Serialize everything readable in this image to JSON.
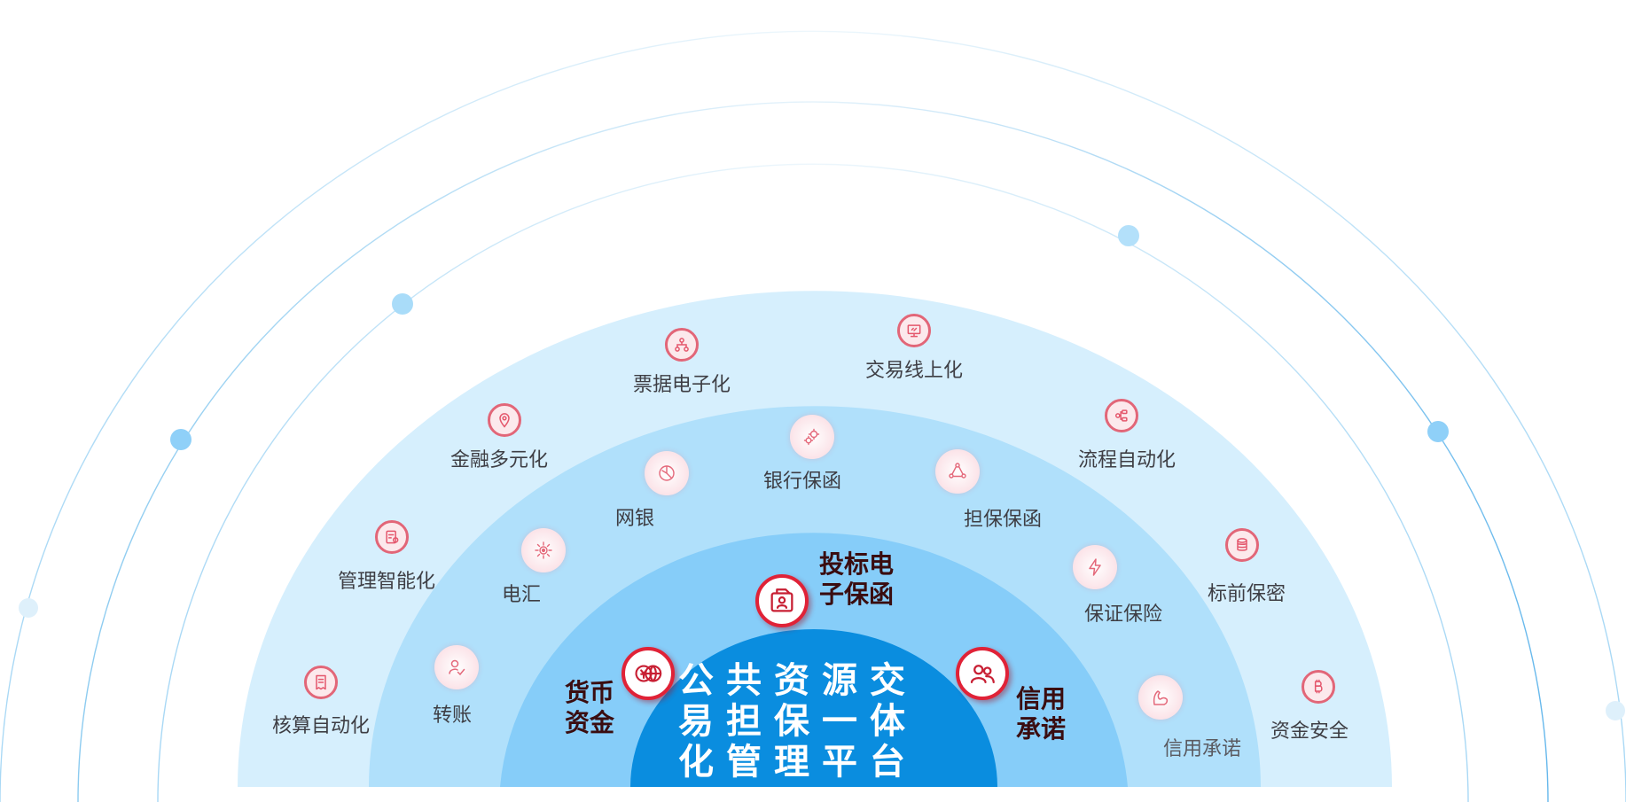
{
  "center": {
    "lines": [
      "公共资源交",
      "易担保一体",
      "化管理平台"
    ]
  },
  "main_items": [
    {
      "label": "投标电\n子保函",
      "icon": "document-person-icon"
    },
    {
      "label": "货币\n资金",
      "icon": "coins-globe-icon"
    },
    {
      "label": "信用\n承诺",
      "icon": "users-icon"
    }
  ],
  "middle_items": [
    {
      "label": "电汇",
      "icon": "wire-transfer-icon"
    },
    {
      "label": "网银",
      "icon": "pie-chart-icon"
    },
    {
      "label": "银行保函",
      "icon": "gears-icon"
    },
    {
      "label": "担保保函",
      "icon": "network-icon"
    },
    {
      "label": "保证保险",
      "icon": "lightning-icon"
    },
    {
      "label": "转账",
      "icon": "check-person-icon"
    },
    {
      "label": "信用承诺",
      "icon": "arm-icon"
    }
  ],
  "outer_items": [
    {
      "label": "核算自动化",
      "icon": "receipt-icon"
    },
    {
      "label": "管理智能化",
      "icon": "clipboard-gear-icon"
    },
    {
      "label": "金融多元化",
      "icon": "location-icon"
    },
    {
      "label": "票据电子化",
      "icon": "hierarchy-icon"
    },
    {
      "label": "交易线上化",
      "icon": "monitor-icon"
    },
    {
      "label": "流程自动化",
      "icon": "flow-icon"
    },
    {
      "label": "标前保密",
      "icon": "database-icon"
    },
    {
      "label": "资金安全",
      "icon": "bitcoin-icon"
    }
  ],
  "colors": {
    "layer_outer": "#d6effd",
    "layer_second": "#b0e0fb",
    "layer_third": "#86cdf9",
    "core": "#0a8ddf",
    "accent_red": "#e02237",
    "dot": "#8fd0f8"
  }
}
